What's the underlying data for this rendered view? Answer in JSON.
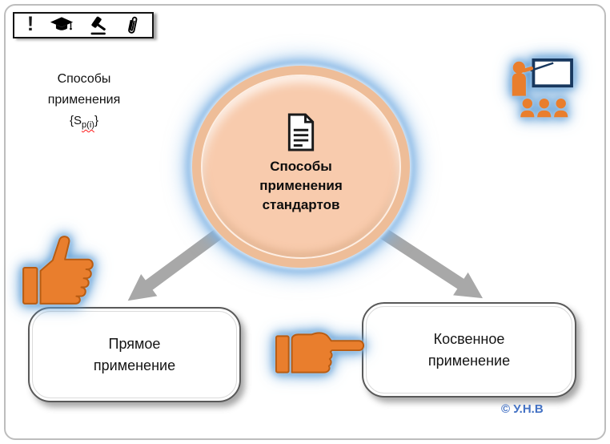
{
  "frame": {
    "copyright": "© У.Н.В"
  },
  "toolbar": {
    "exclamation": "!",
    "icons": [
      "exclamation-icon",
      "graduation-cap-icon",
      "gavel-icon",
      "paperclip-icon"
    ]
  },
  "side_label": {
    "line1": "Способы",
    "line2": "применения",
    "formula_open": "{S",
    "formula_sub": "p(i)",
    "formula_close": "}"
  },
  "center_circle": {
    "title": "Способы применения стандартов",
    "icon": "document-icon"
  },
  "boxes": {
    "left_label": "Прямое применение",
    "right_label": "Косвенное применение"
  },
  "pictograms": {
    "left": "thumbs-up-icon",
    "middle": "pointing-hand-icon",
    "top_right": "presenter-icon"
  },
  "colors": {
    "hand_orange": "#e97e2d",
    "glow_blue": "#5b9bd5",
    "circle_fill": "#f8cbad",
    "arrow_gray": "#a8a8a8",
    "copyright_blue": "#4472c4"
  }
}
